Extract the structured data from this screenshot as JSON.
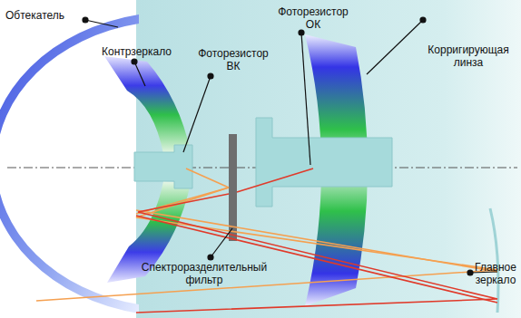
{
  "diagram": {
    "labels": [
      "Обтекатель",
      "Контрзеркало",
      "Фоторезистор ВК",
      "Фоторезистор ОК",
      "Корригирующая линза",
      "Спектроразделительный фильтр",
      "Главное зеркало"
    ]
  }
}
